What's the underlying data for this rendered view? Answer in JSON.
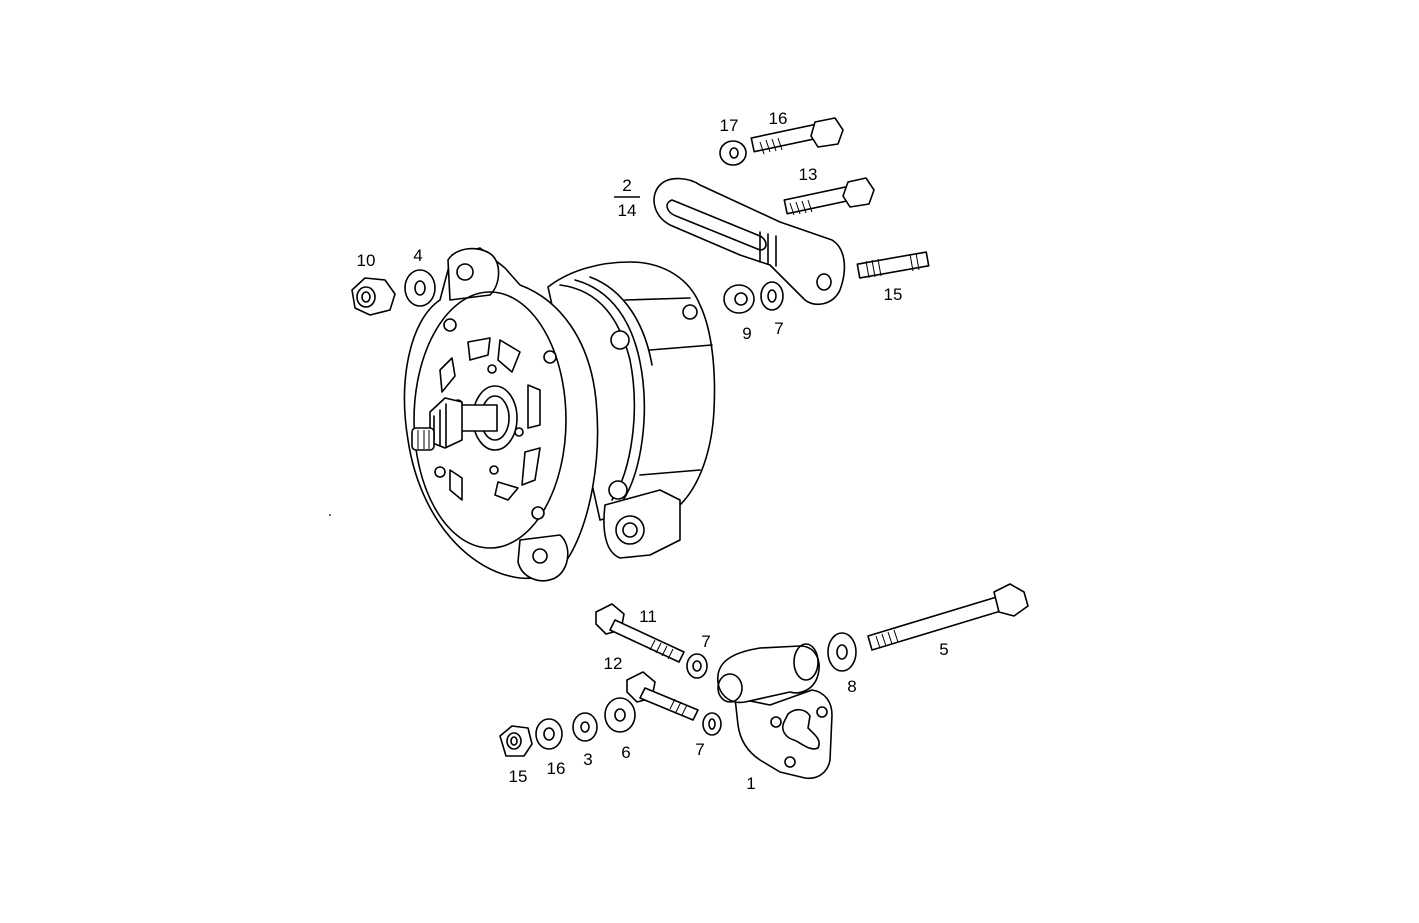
{
  "diagram": {
    "callouts": {
      "part_1": "1",
      "part_2": "2",
      "part_14": "14",
      "part_3": "3",
      "part_4": "4",
      "part_5": "5",
      "part_6": "6",
      "part_7_upper": "7",
      "part_7_mid": "7",
      "part_7_lower": "7",
      "part_8": "8",
      "part_9": "9",
      "part_10": "10",
      "part_11": "11",
      "part_12": "12",
      "part_13": "13",
      "part_15_upper": "15",
      "part_15_lower": "15",
      "part_16_upper": "16",
      "part_16_lower": "16",
      "part_17": "17"
    }
  }
}
